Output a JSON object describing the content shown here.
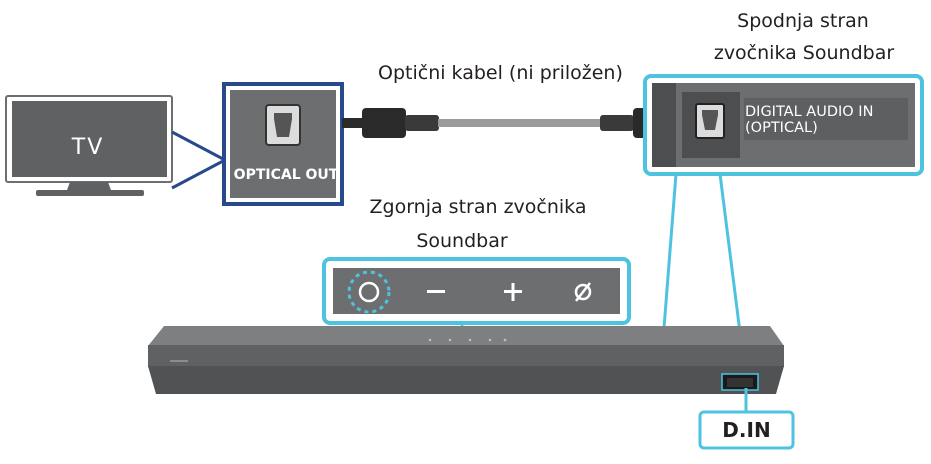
{
  "labels": {
    "tv": "TV",
    "optical_out": "OPTICAL OUT",
    "cable": "Optični kabel (ni priložen)",
    "bottom_side_line1": "Spodnja stran",
    "bottom_side_line2": "zvočnika Soundbar",
    "digital_audio_in_line1": "DIGITAL AUDIO IN",
    "digital_audio_in_line2": "(OPTICAL)",
    "top_side_line1": "Zgornja stran zvočnika",
    "top_side_line2": "Soundbar",
    "d_in": "D.IN"
  },
  "icons": [
    "tv-icon",
    "optical-port-icon",
    "optical-cable-icon",
    "power-button-icon",
    "volume-down-icon",
    "volume-up-icon",
    "mute-icon",
    "soundbar-icon"
  ],
  "colors": {
    "accent_cyan": "#4ec3e0",
    "tv_blue": "#274a8d",
    "panel_gray": "#6c6e70",
    "dark_gray": "#4d4e50",
    "text": "#231f20"
  }
}
